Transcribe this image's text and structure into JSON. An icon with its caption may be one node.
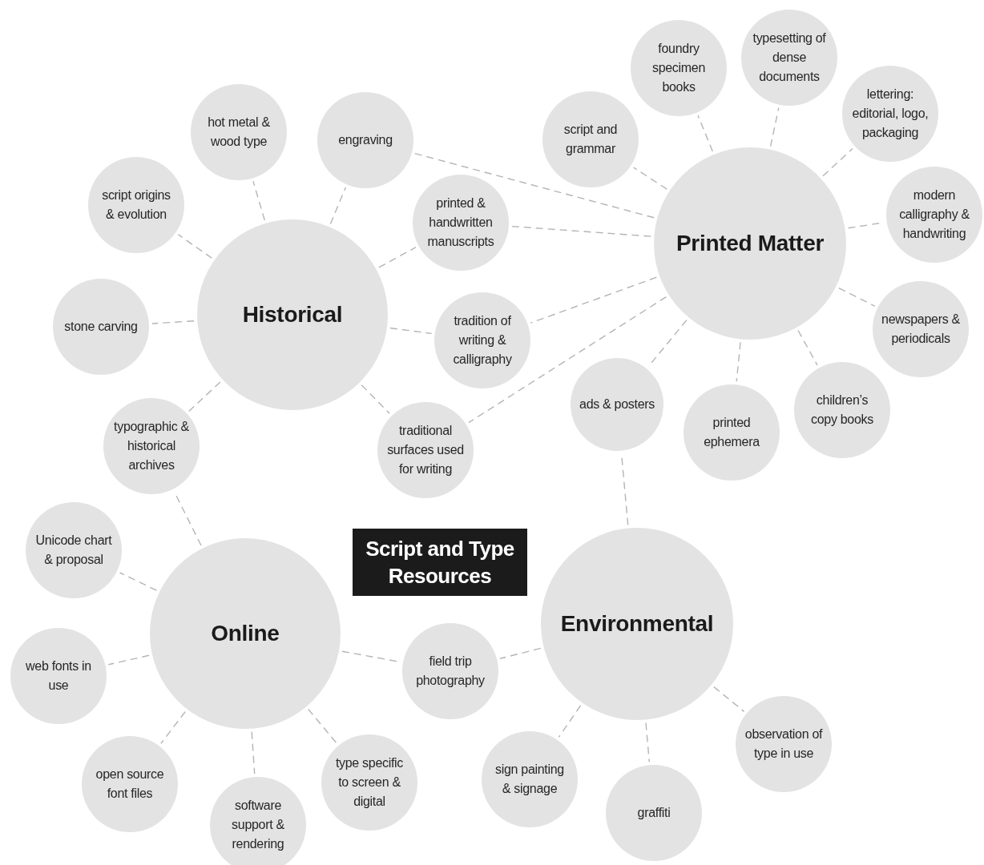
{
  "diagram": {
    "title": "Script and Type Resources",
    "nodes": [
      {
        "text": [
          "typesetting of dense documents"
        ]
      },
      {
        "text": [
          "foundry specimen books"
        ]
      },
      {
        "text": [
          "hot metal & wood type"
        ]
      },
      {
        "text": [
          "lettering: editorial, logo, packaging"
        ]
      },
      {
        "text": [
          "engraving"
        ]
      },
      {
        "text": [
          "script and grammar"
        ]
      },
      {
        "text": [
          "script origins & evolution"
        ]
      },
      {
        "text": [
          "printed & handwritten manuscripts"
        ]
      },
      {
        "text": [
          "modern calligraphy & handwriting"
        ]
      },
      {
        "text": [
          "Printed Matter"
        ]
      },
      {
        "text": [
          "Historical"
        ]
      },
      {
        "text": [
          "stone carving"
        ]
      },
      {
        "text": [
          "newspapers & periodicals"
        ]
      },
      {
        "text": [
          "tradition of writing & calligraphy"
        ]
      },
      {
        "text": [
          "ads & posters"
        ]
      },
      {
        "text": [
          "children’s copy books"
        ]
      },
      {
        "text": [
          "printed ephemera"
        ]
      },
      {
        "text": [
          "typographic & historical archives"
        ]
      },
      {
        "text": [
          "traditional surfaces used for writing"
        ]
      },
      {
        "text": [
          "Unicode chart & proposal"
        ]
      },
      {
        "text": [
          "Environmental"
        ]
      },
      {
        "text": [
          "Online"
        ]
      },
      {
        "text": [
          "field trip photography"
        ]
      },
      {
        "text": [
          "web fonts in use"
        ]
      },
      {
        "text": [
          "observation of type in use"
        ]
      },
      {
        "text": [
          "sign painting & signage"
        ]
      },
      {
        "text": [
          "type specific to screen & digital"
        ]
      },
      {
        "text": [
          "open source font files"
        ]
      },
      {
        "text": [
          "graffiti"
        ]
      },
      {
        "text": [
          "software support & rendering"
        ]
      }
    ],
    "edges": [
      {
        "from": 10,
        "to": 6,
        "arrow": "none"
      },
      {
        "from": 10,
        "to": 2,
        "arrow": "none"
      },
      {
        "from": 10,
        "to": 4,
        "arrow": "none"
      },
      {
        "from": 10,
        "to": 11,
        "arrow": "none"
      },
      {
        "from": 10,
        "to": 7,
        "arrow": "none"
      },
      {
        "from": 10,
        "to": 13,
        "arrow": "none"
      },
      {
        "from": 10,
        "to": 17,
        "arrow": "none"
      },
      {
        "from": 10,
        "to": 18,
        "arrow": "none"
      },
      {
        "from": 9,
        "to": 4,
        "arrow": "none"
      },
      {
        "from": 9,
        "to": 7,
        "arrow": "none"
      },
      {
        "from": 9,
        "to": 13,
        "arrow": "none"
      },
      {
        "from": 9,
        "to": 18,
        "arrow": "none"
      },
      {
        "from": 9,
        "to": 5,
        "arrow": "none"
      },
      {
        "from": 9,
        "to": 1,
        "arrow": "none"
      },
      {
        "from": 9,
        "to": 0,
        "arrow": "none"
      },
      {
        "from": 9,
        "to": 3,
        "arrow": "none"
      },
      {
        "from": 9,
        "to": 8,
        "arrow": "none"
      },
      {
        "from": 9,
        "to": 12,
        "arrow": "none"
      },
      {
        "from": 9,
        "to": 15,
        "arrow": "none"
      },
      {
        "from": 9,
        "to": 16,
        "arrow": "none"
      },
      {
        "from": 9,
        "to": 14,
        "arrow": "none"
      },
      {
        "from": 21,
        "to": 17,
        "arrow": "none"
      },
      {
        "from": 21,
        "to": 19,
        "arrow": "none"
      },
      {
        "from": 21,
        "to": 23,
        "arrow": "none"
      },
      {
        "from": 21,
        "to": 27,
        "arrow": "none"
      },
      {
        "from": 21,
        "to": 29,
        "arrow": "none"
      },
      {
        "from": 21,
        "to": 26,
        "arrow": "none"
      },
      {
        "from": 21,
        "to": 22,
        "arrow": "none"
      },
      {
        "from": 20,
        "to": 14,
        "arrow": "none"
      },
      {
        "from": 20,
        "to": 22,
        "arrow": "none"
      },
      {
        "from": 20,
        "to": 25,
        "arrow": "none"
      },
      {
        "from": 20,
        "to": 28,
        "arrow": "none"
      },
      {
        "from": 20,
        "to": 24,
        "arrow": "none"
      }
    ]
  }
}
